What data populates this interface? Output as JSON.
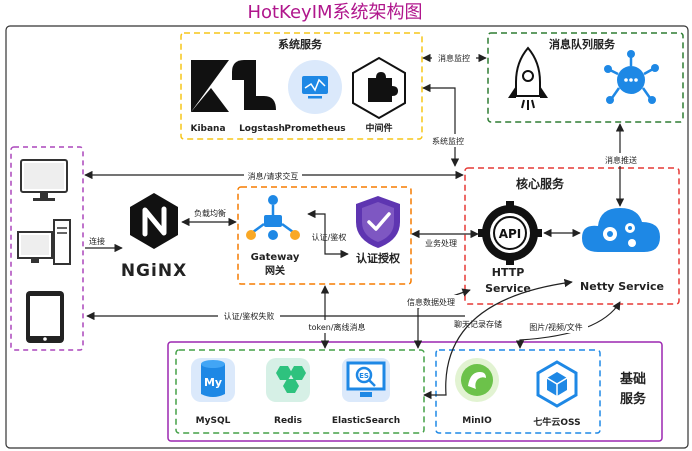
{
  "title": "HotKeyIM系统架构图",
  "groups": {
    "system_services": "系统服务",
    "mq_services": "消息队列服务",
    "core_services": "核心服务",
    "base_services_line1": "基础",
    "base_services_line2": "服务"
  },
  "nodes": {
    "kibana": "Kibana",
    "logstash": "Logstash",
    "prometheus": "Prometheus",
    "middleware": "中间件",
    "nginx": "NGiNX",
    "gateway_line1": "Gateway",
    "gateway_line2": "网关",
    "auth": "认证授权",
    "api_icon": "API",
    "http_line1": "HTTP",
    "http_line2": "Service",
    "netty": "Netty Service",
    "mysql": "MySQL",
    "redis": "Redis",
    "elasticsearch": "ElasticSearch",
    "minio": "MinIO",
    "qiniu": "七牛云OSS",
    "es_badge": "ES",
    "my_badge": "My"
  },
  "edge_labels": {
    "msg_monitor": "消息监控",
    "sys_monitor": "系统监控",
    "msg_push": "消息推送",
    "msg_request": "消息/请求交互",
    "load_balance": "负载均衡",
    "connect": "连接",
    "auth_check": "认证/鉴权",
    "biz_process": "业务处理",
    "auth_fail": "认证/鉴权失败",
    "token_offline": "token/离线消息",
    "info_process": "信息数据处理",
    "chat_storage": "聊天记录存储",
    "media_files": "图片/视频/文件"
  },
  "colors": {
    "title": "#b0168c",
    "system_border": "#f5c518",
    "mq_border": "#2e7d32",
    "core_border": "#e53935",
    "base_border": "#9c27b0",
    "db_border": "#43a047",
    "storage_border": "#1e88e5",
    "client_border": "#ab47bc",
    "gateway_border": "#f57c00",
    "icon_blue": "#1e88e5",
    "icon_green": "#6cc24a"
  }
}
